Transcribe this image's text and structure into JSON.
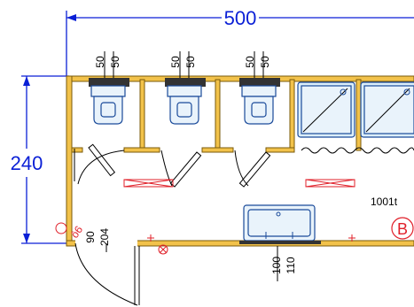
{
  "dimensions": {
    "total_width": "500",
    "total_height": "240",
    "door_label_1": "90",
    "door_label_2": "204",
    "sink_label_1": "100",
    "sink_label_2": "110",
    "toilet_supply_1": "50",
    "toilet_supply_2": "50"
  },
  "annotations": {
    "tank_label": "1001t",
    "section_marker": "B"
  },
  "colors": {
    "dimension_blue": "#0a1fd6",
    "wall_yellow": "#f2c24a",
    "fixture_blue": "#1a4a9a",
    "heater_red": "#e0202a"
  }
}
